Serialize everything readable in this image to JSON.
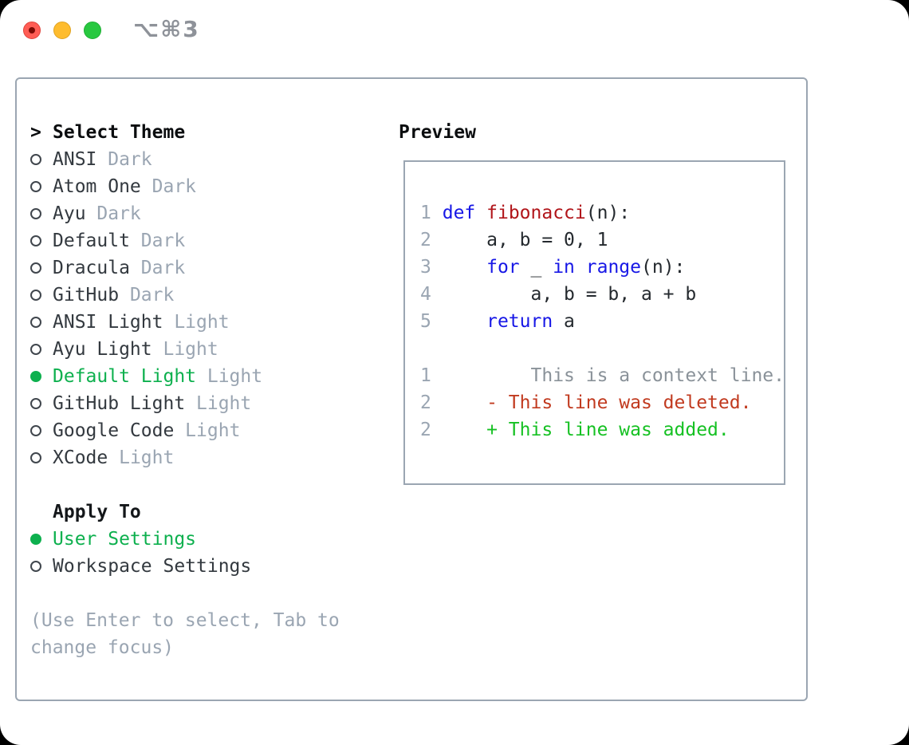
{
  "window": {
    "shortcut_label": "⌥⌘3",
    "accent_green": "#0db04e",
    "border_gray": "#9ba6b2"
  },
  "theme_panel": {
    "select_theme": {
      "prefix": ">",
      "label": "Select Theme"
    },
    "themes": [
      {
        "name": "ANSI",
        "variant": "Dark",
        "selected": false
      },
      {
        "name": "Atom One",
        "variant": "Dark",
        "selected": false
      },
      {
        "name": "Ayu",
        "variant": "Dark",
        "selected": false
      },
      {
        "name": "Default",
        "variant": "Dark",
        "selected": false
      },
      {
        "name": "Dracula",
        "variant": "Dark",
        "selected": false
      },
      {
        "name": "GitHub",
        "variant": "Dark",
        "selected": false
      },
      {
        "name": "ANSI Light",
        "variant": "Light",
        "selected": false
      },
      {
        "name": "Ayu Light",
        "variant": "Light",
        "selected": false
      },
      {
        "name": "Default Light",
        "variant": "Light",
        "selected": true
      },
      {
        "name": "GitHub Light",
        "variant": "Light",
        "selected": false
      },
      {
        "name": "Google Code",
        "variant": "Light",
        "selected": false
      },
      {
        "name": "XCode",
        "variant": "Light",
        "selected": false
      }
    ],
    "apply_to": {
      "label": "Apply To",
      "options": [
        {
          "name": "User Settings",
          "selected": true
        },
        {
          "name": "Workspace Settings",
          "selected": false
        }
      ]
    },
    "hint": "(Use Enter to select, Tab to change focus)"
  },
  "preview": {
    "label": "Preview",
    "lines": [
      {
        "num": "1",
        "segments": [
          {
            "t": "def",
            "c": "kw"
          },
          {
            "t": " ",
            "c": "plain"
          },
          {
            "t": "fibonacci",
            "c": "fn"
          },
          {
            "t": "(n):",
            "c": "plain"
          }
        ]
      },
      {
        "num": "2",
        "segments": [
          {
            "t": "    a, b = 0, 1",
            "c": "plain"
          }
        ]
      },
      {
        "num": "3",
        "segments": [
          {
            "t": "    ",
            "c": "plain"
          },
          {
            "t": "for",
            "c": "kw"
          },
          {
            "t": " _ ",
            "c": "plain"
          },
          {
            "t": "in",
            "c": "kw"
          },
          {
            "t": " ",
            "c": "plain"
          },
          {
            "t": "range",
            "c": "kw"
          },
          {
            "t": "(n):",
            "c": "plain"
          }
        ]
      },
      {
        "num": "4",
        "segments": [
          {
            "t": "        a, b = b, a + b",
            "c": "plain"
          }
        ]
      },
      {
        "num": "5",
        "segments": [
          {
            "t": "    ",
            "c": "plain"
          },
          {
            "t": "return",
            "c": "kw"
          },
          {
            "t": " a",
            "c": "plain"
          }
        ]
      },
      {
        "num": "",
        "segments": []
      },
      {
        "num": "1",
        "segments": [
          {
            "t": "        This is a context line.",
            "c": "ctx"
          }
        ]
      },
      {
        "num": "2",
        "segments": [
          {
            "t": "    - This line was deleted.",
            "c": "del"
          }
        ]
      },
      {
        "num": "2",
        "segments": [
          {
            "t": "    + This line was added.",
            "c": "add"
          }
        ]
      }
    ],
    "code_colors": {
      "keyword": "#1717e6",
      "function": "#b1151a",
      "context": "#8a9299",
      "deleted": "#c13a1f",
      "added": "#16c123",
      "line_number": "#9aa5b2"
    }
  }
}
